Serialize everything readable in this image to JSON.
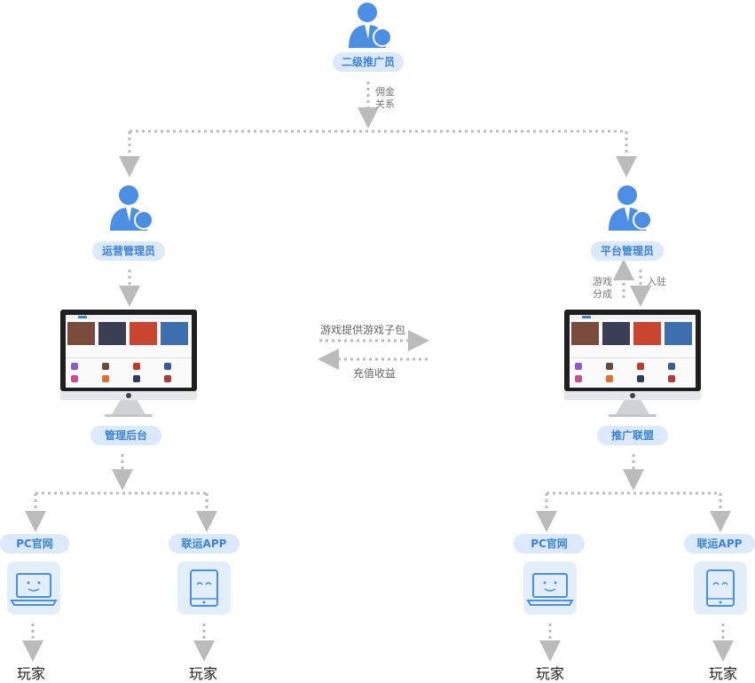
{
  "colors": {
    "accent": "#3a83d9",
    "pill_bg": "#dbe9fb",
    "icon_blue": "#4a8ee6",
    "connector": "#bbbbbb"
  },
  "nodes": {
    "top_admin": "二级推广员",
    "commission_line1": "佣金",
    "commission_line2": "关系",
    "ops_admin": "运营管理员",
    "platform_admin": "平台管理员",
    "game_share_line1": "游戏",
    "game_share_line2": "分成",
    "settle_in": "入驻",
    "backend": "管理后台",
    "alliance": "推广联盟",
    "provide_package": "游戏提供游戏子包",
    "recharge_income": "充值收益"
  },
  "left_branch": {
    "pc_site": "PC官网",
    "app": "联运APP",
    "player_1": "玩家",
    "player_2": "玩家"
  },
  "right_branch": {
    "pc_site": "PC官网",
    "app": "联运APP",
    "player_1": "玩家",
    "player_2": "玩家"
  },
  "icons": {
    "person": "user-admin-icon",
    "monitor": "desktop-monitor-icon",
    "laptop": "laptop-icon",
    "tablet": "tablet-icon"
  }
}
